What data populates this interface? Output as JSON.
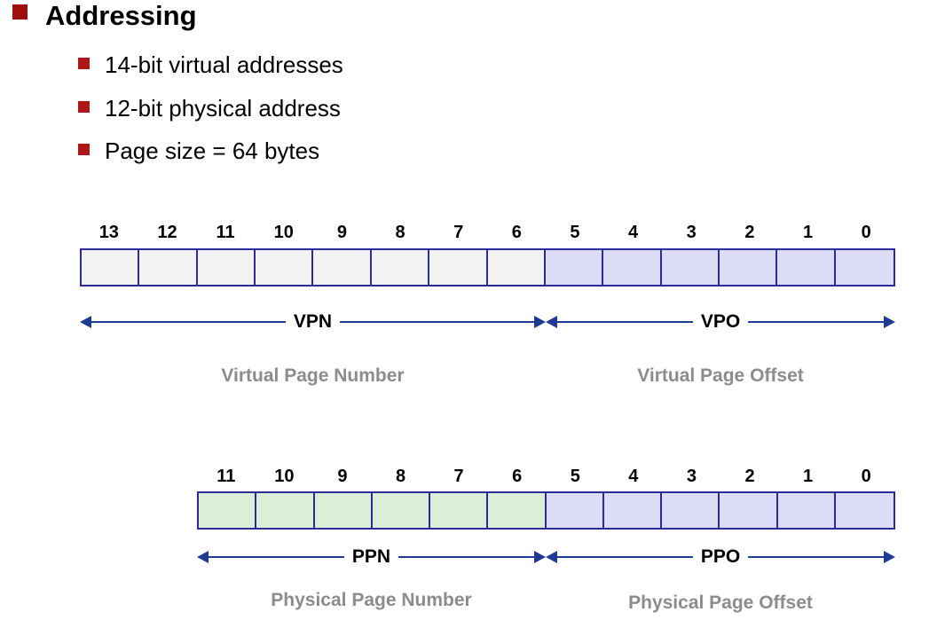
{
  "slide": {
    "title": "Addressing",
    "bullets": [
      "14-bit virtual addresses",
      "12-bit physical address",
      "Page size = 64 bytes"
    ]
  },
  "colors": {
    "bullet_primary": "#a00d0d",
    "bullet_secondary": "#b01414",
    "cell_border": "#2b2b9c",
    "cell_gray": "#f2f2f2",
    "cell_blue": "#dcdcf7",
    "cell_green": "#dceed6",
    "arrow": "#1f3a93",
    "sub_label": "#8c8c8c"
  },
  "virtual_address": {
    "bit_labels": [
      "13",
      "12",
      "11",
      "10",
      "9",
      "8",
      "7",
      "6",
      "5",
      "4",
      "3",
      "2",
      "1",
      "0"
    ],
    "cell_fills": [
      "gray",
      "gray",
      "gray",
      "gray",
      "gray",
      "gray",
      "gray",
      "gray",
      "blue",
      "blue",
      "blue",
      "blue",
      "blue",
      "blue"
    ],
    "field_left_abbr": "VPN",
    "field_right_abbr": "VPO",
    "field_left_name": "Virtual Page Number",
    "field_right_name": "Virtual Page Offset"
  },
  "physical_address": {
    "bit_labels": [
      "11",
      "10",
      "9",
      "8",
      "7",
      "6",
      "5",
      "4",
      "3",
      "2",
      "1",
      "0"
    ],
    "cell_fills": [
      "green",
      "green",
      "green",
      "green",
      "green",
      "green",
      "blue",
      "blue",
      "blue",
      "blue",
      "blue",
      "blue"
    ],
    "field_left_abbr": "PPN",
    "field_right_abbr": "PPO",
    "field_left_name": "Physical Page Number",
    "field_right_name": "Physical Page Offset"
  }
}
